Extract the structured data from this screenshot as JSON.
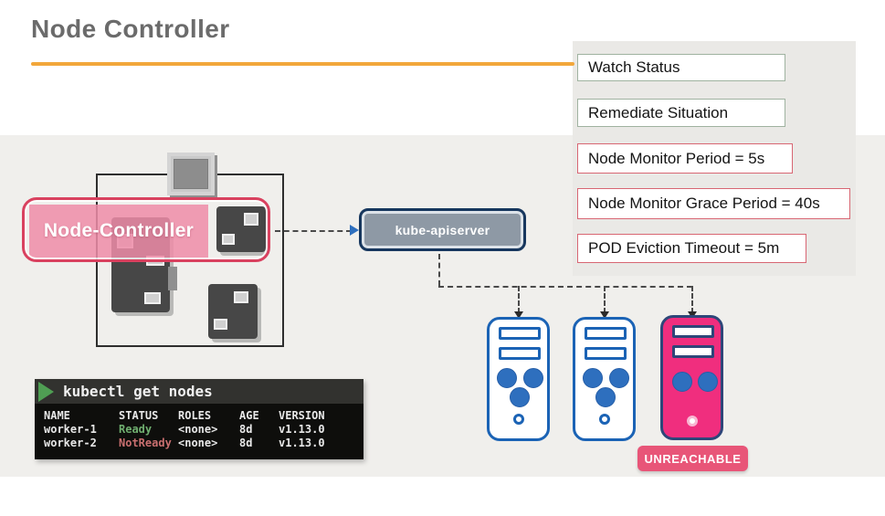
{
  "header": {
    "title": "Node Controller",
    "underline_color": "#f2a73b"
  },
  "right_panel": {
    "boxes": [
      {
        "label": "Watch Status",
        "variant": "green"
      },
      {
        "label": "Remediate Situation",
        "variant": "green"
      },
      {
        "label": "Node Monitor Period = 5s",
        "variant": "red"
      },
      {
        "label": "Node Monitor Grace Period = 40s",
        "variant": "red"
      },
      {
        "label": "POD Eviction Timeout = 5m",
        "variant": "red"
      }
    ]
  },
  "node_controller": {
    "label": "Node-Controller",
    "border_color": "#d9415f",
    "fill_color": "#ee8ca8"
  },
  "apiserver": {
    "label": "kube-apiserver",
    "border_color": "#17375e",
    "fill_color": "#8e99a5"
  },
  "terminal": {
    "prompt_icon": "play-triangle-icon",
    "command": "kubectl get nodes",
    "table": {
      "headers": [
        "NAME",
        "STATUS",
        "ROLES",
        "AGE",
        "VERSION"
      ],
      "rows": [
        {
          "cells": [
            "worker-1",
            "Ready",
            "<none>",
            "8d",
            "v1.13.0"
          ],
          "status_color": "#6fae6f"
        },
        {
          "cells": [
            "worker-2",
            "NotReady",
            "<none>",
            "8d",
            "v1.13.0"
          ],
          "status_color": "#c96f6f"
        }
      ]
    }
  },
  "nodes": {
    "healthy_color": "#1b63b5",
    "unreachable_fill": "#f02e7e",
    "badge_label": "UNREACHABLE",
    "badge_color": "#e85578"
  }
}
